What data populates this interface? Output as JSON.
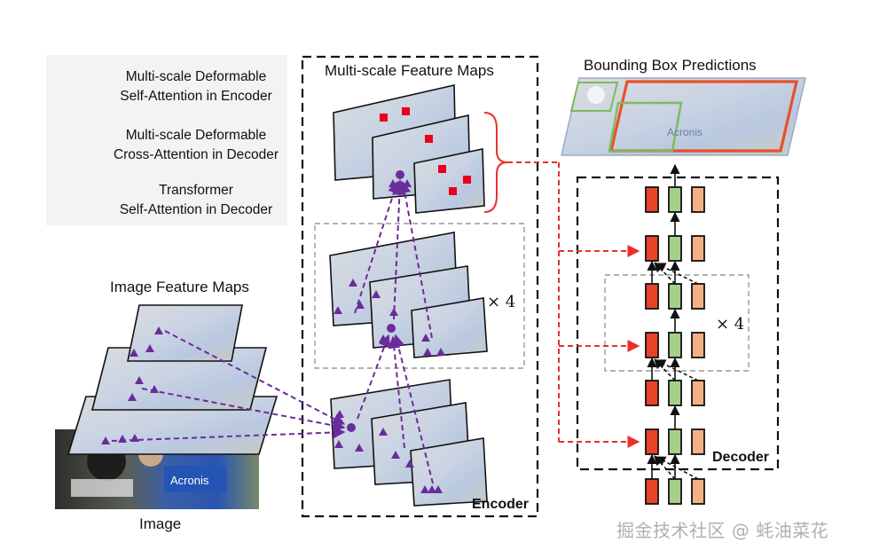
{
  "legend": {
    "items": [
      {
        "line1": "Multi-scale Deformable",
        "line2": "Self-Attention in Encoder",
        "color": "#6a2c9a"
      },
      {
        "line1": "Multi-scale Deformable",
        "line2": "Cross-Attention in Decoder",
        "color": "#e8302a"
      },
      {
        "line1": "Transformer",
        "line2": "Self-Attention in Decoder",
        "color": "#111111"
      }
    ]
  },
  "labels": {
    "multiscale_maps": "Multi-scale Feature Maps",
    "bbox_predictions": "Bounding Box Predictions",
    "image_feature_maps": "Image Feature Maps",
    "image": "Image",
    "encoder": "Encoder",
    "decoder": "Decoder",
    "encoder_repeat": "× 4",
    "decoder_repeat": "× 4"
  },
  "image_text": {
    "jersey_brand": "Acronis"
  },
  "watermark": "掘金技术社区 @ 蚝油菜花",
  "colors": {
    "purple": "#6a2c9a",
    "red": "#e8302a",
    "box_red": "#e8432a",
    "box_green": "#a6cf8c",
    "box_orange": "#f4b183",
    "box_green_pred": "#7dbb5a",
    "box_red_pred": "#e8502a"
  },
  "icons": {
    "query_point": "purple-circle",
    "sampling_point": "purple-triangle",
    "cross_point": "red-square"
  }
}
